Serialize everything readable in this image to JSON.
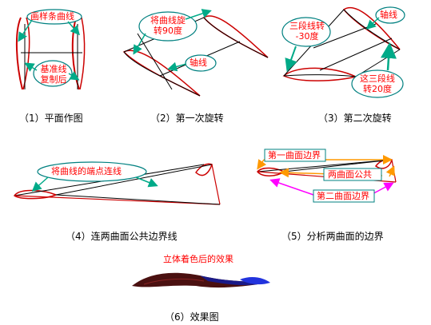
{
  "panels": [
    {
      "caption": "（1）平面作图",
      "labels": {
        "draw_curves": "画样条曲线",
        "baseline_copy_line1": "基准线",
        "baseline_copy_line2": "复制后"
      }
    },
    {
      "caption": "（2）第一次旋转",
      "labels": {
        "rotate_line1": "将曲线旋",
        "rotate_line2": "转90度",
        "axis": "轴线"
      }
    },
    {
      "caption": "（3）第二次旋转",
      "labels": {
        "three_rotate_line1": "三段线转",
        "three_rotate_line2": "-30度",
        "axis": "轴线",
        "this_three_line1": "这三段线",
        "this_three_line2": "转20度"
      }
    },
    {
      "caption": "（4）连两曲面公共边界线",
      "labels": {
        "connect_endpoints": "将曲线的端点连线"
      }
    },
    {
      "caption": "（5）分析两曲面的边界",
      "labels": {
        "first_boundary": "第一曲面边界",
        "common_boundary": "两曲面公共",
        "second_boundary": "第二曲面边界"
      }
    },
    {
      "caption": "（6）效果图",
      "labels": {
        "solid_color": "立体着色后的效果"
      }
    }
  ],
  "colors": {
    "curve": "#ff0000",
    "line": "#000000",
    "callout": "#008080",
    "arrow": "#00aa88",
    "highlight_blue": "#0000cc",
    "boundary_orange": "#ff9900",
    "boundary_magenta": "#ff00ff"
  }
}
